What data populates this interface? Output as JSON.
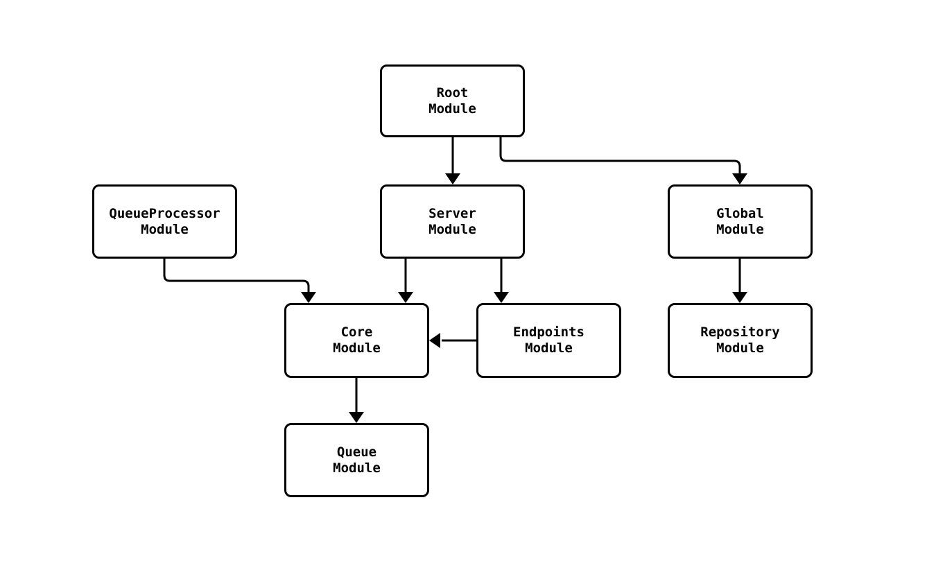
{
  "diagram": {
    "type": "flowchart",
    "background_color": "#ffffff",
    "node_fill_color": "#ffffff",
    "node_border_color": "#000000",
    "edge_color": "#000000",
    "text_color": "#000000",
    "nodes": {
      "root": {
        "line1": "Root",
        "line2": "Module"
      },
      "queueprocessor": {
        "line1": "QueueProcessor",
        "line2": "Module"
      },
      "server": {
        "line1": "Server",
        "line2": "Module"
      },
      "global": {
        "line1": "Global",
        "line2": "Module"
      },
      "core": {
        "line1": "Core",
        "line2": "Module"
      },
      "endpoints": {
        "line1": "Endpoints",
        "line2": "Module"
      },
      "repository": {
        "line1": "Repository",
        "line2": "Module"
      },
      "queue": {
        "line1": "Queue",
        "line2": "Module"
      }
    },
    "edges": [
      {
        "from": "Root Module",
        "to": "Server Module"
      },
      {
        "from": "Root Module",
        "to": "Global Module"
      },
      {
        "from": "QueueProcessor Module",
        "to": "Core Module"
      },
      {
        "from": "Server Module",
        "to": "Core Module"
      },
      {
        "from": "Server Module",
        "to": "Endpoints Module"
      },
      {
        "from": "Endpoints Module",
        "to": "Core Module"
      },
      {
        "from": "Core Module",
        "to": "Queue Module"
      },
      {
        "from": "Global Module",
        "to": "Repository Module"
      }
    ]
  }
}
